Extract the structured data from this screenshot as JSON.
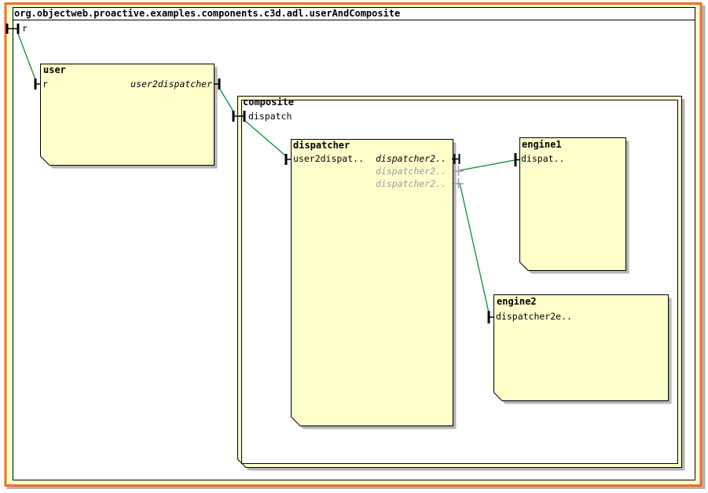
{
  "frame": {
    "title": "org.objectweb.proactive.examples.components.c3d.adl.userAndComposite",
    "external_interface": "r"
  },
  "components": {
    "user": {
      "title": "user",
      "server_interface": "r",
      "client_interface": "user2dispatcher"
    },
    "composite": {
      "title": "composite",
      "internal_interface": "dispatch"
    },
    "dispatcher": {
      "title": "dispatcher",
      "server_interface": "user2dispat..",
      "client_interfaces": [
        {
          "label": "dispatcher2..",
          "bound": true
        },
        {
          "label": "dispatcher2..",
          "bound": false
        },
        {
          "label": "dispatcher2..",
          "bound": false
        }
      ]
    },
    "engine1": {
      "title": "engine1",
      "server_interface": "dispat.."
    },
    "engine2": {
      "title": "engine2",
      "server_interface": "dispatcher2e.."
    }
  },
  "bindings": [
    {
      "from": "frame.r",
      "to": "user.r"
    },
    {
      "from": "user.user2dispatcher",
      "to": "composite.dispatch"
    },
    {
      "from": "composite.dispatch",
      "to": "dispatcher.user2dispat"
    },
    {
      "from": "dispatcher.dispatcher2",
      "to": "engine1.dispat"
    },
    {
      "from": "dispatcher.dispatcher2",
      "to": "engine2.dispatcher2e"
    }
  ],
  "colors": {
    "component_fill": "#ffffcc",
    "frame_border": "#f26c2b",
    "binding": "#0e8c3a",
    "unbound_interface": "#9c9c9c",
    "shadow": "#b4b4b4"
  }
}
